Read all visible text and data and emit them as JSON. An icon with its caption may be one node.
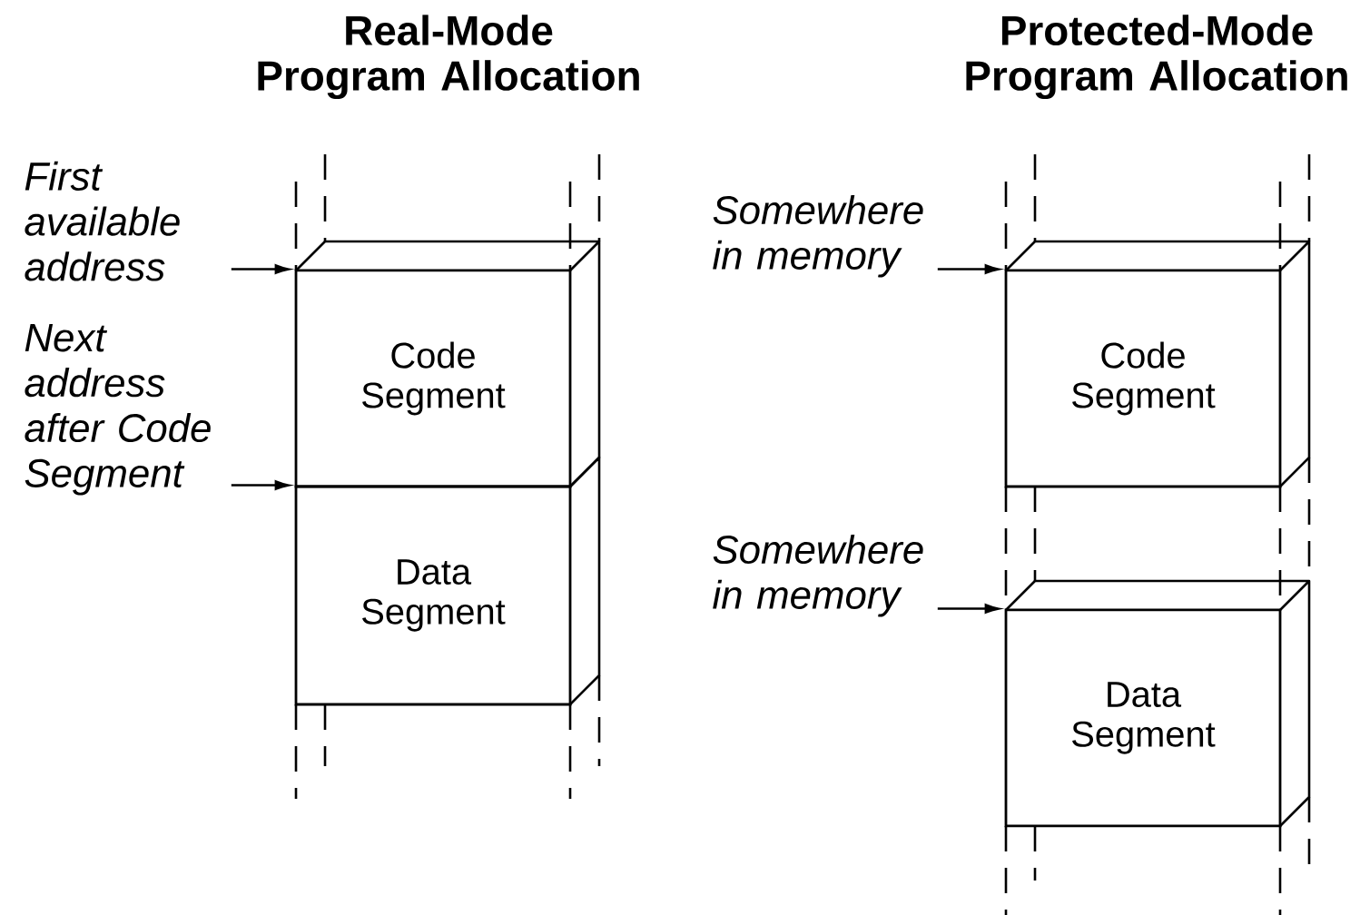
{
  "diagram": {
    "nodes": [
      {
        "text": [
          "Code Segment"
        ]
      },
      {
        "text": [
          "Data Segment"
        ]
      },
      {
        "text": [
          "First available address"
        ]
      },
      {
        "text": [
          "Next address after Code Segment"
        ]
      },
      {
        "text": [
          "Code Segment"
        ]
      },
      {
        "text": [
          "Data Segment"
        ]
      },
      {
        "text": [
          "Somewhere in memory"
        ]
      },
      {
        "text": [
          "Somewhere in memory"
        ]
      }
    ],
    "edges": [
      {
        "from": 2,
        "to": 0,
        "arrow": "to"
      },
      {
        "from": 3,
        "to": 1,
        "arrow": "to"
      },
      {
        "from": 6,
        "to": 4,
        "arrow": "to"
      },
      {
        "from": 7,
        "to": 5,
        "arrow": "to"
      }
    ],
    "labels": [
      "Real-Mode Program Allocation",
      "Protected-Mode Program Allocation"
    ]
  }
}
